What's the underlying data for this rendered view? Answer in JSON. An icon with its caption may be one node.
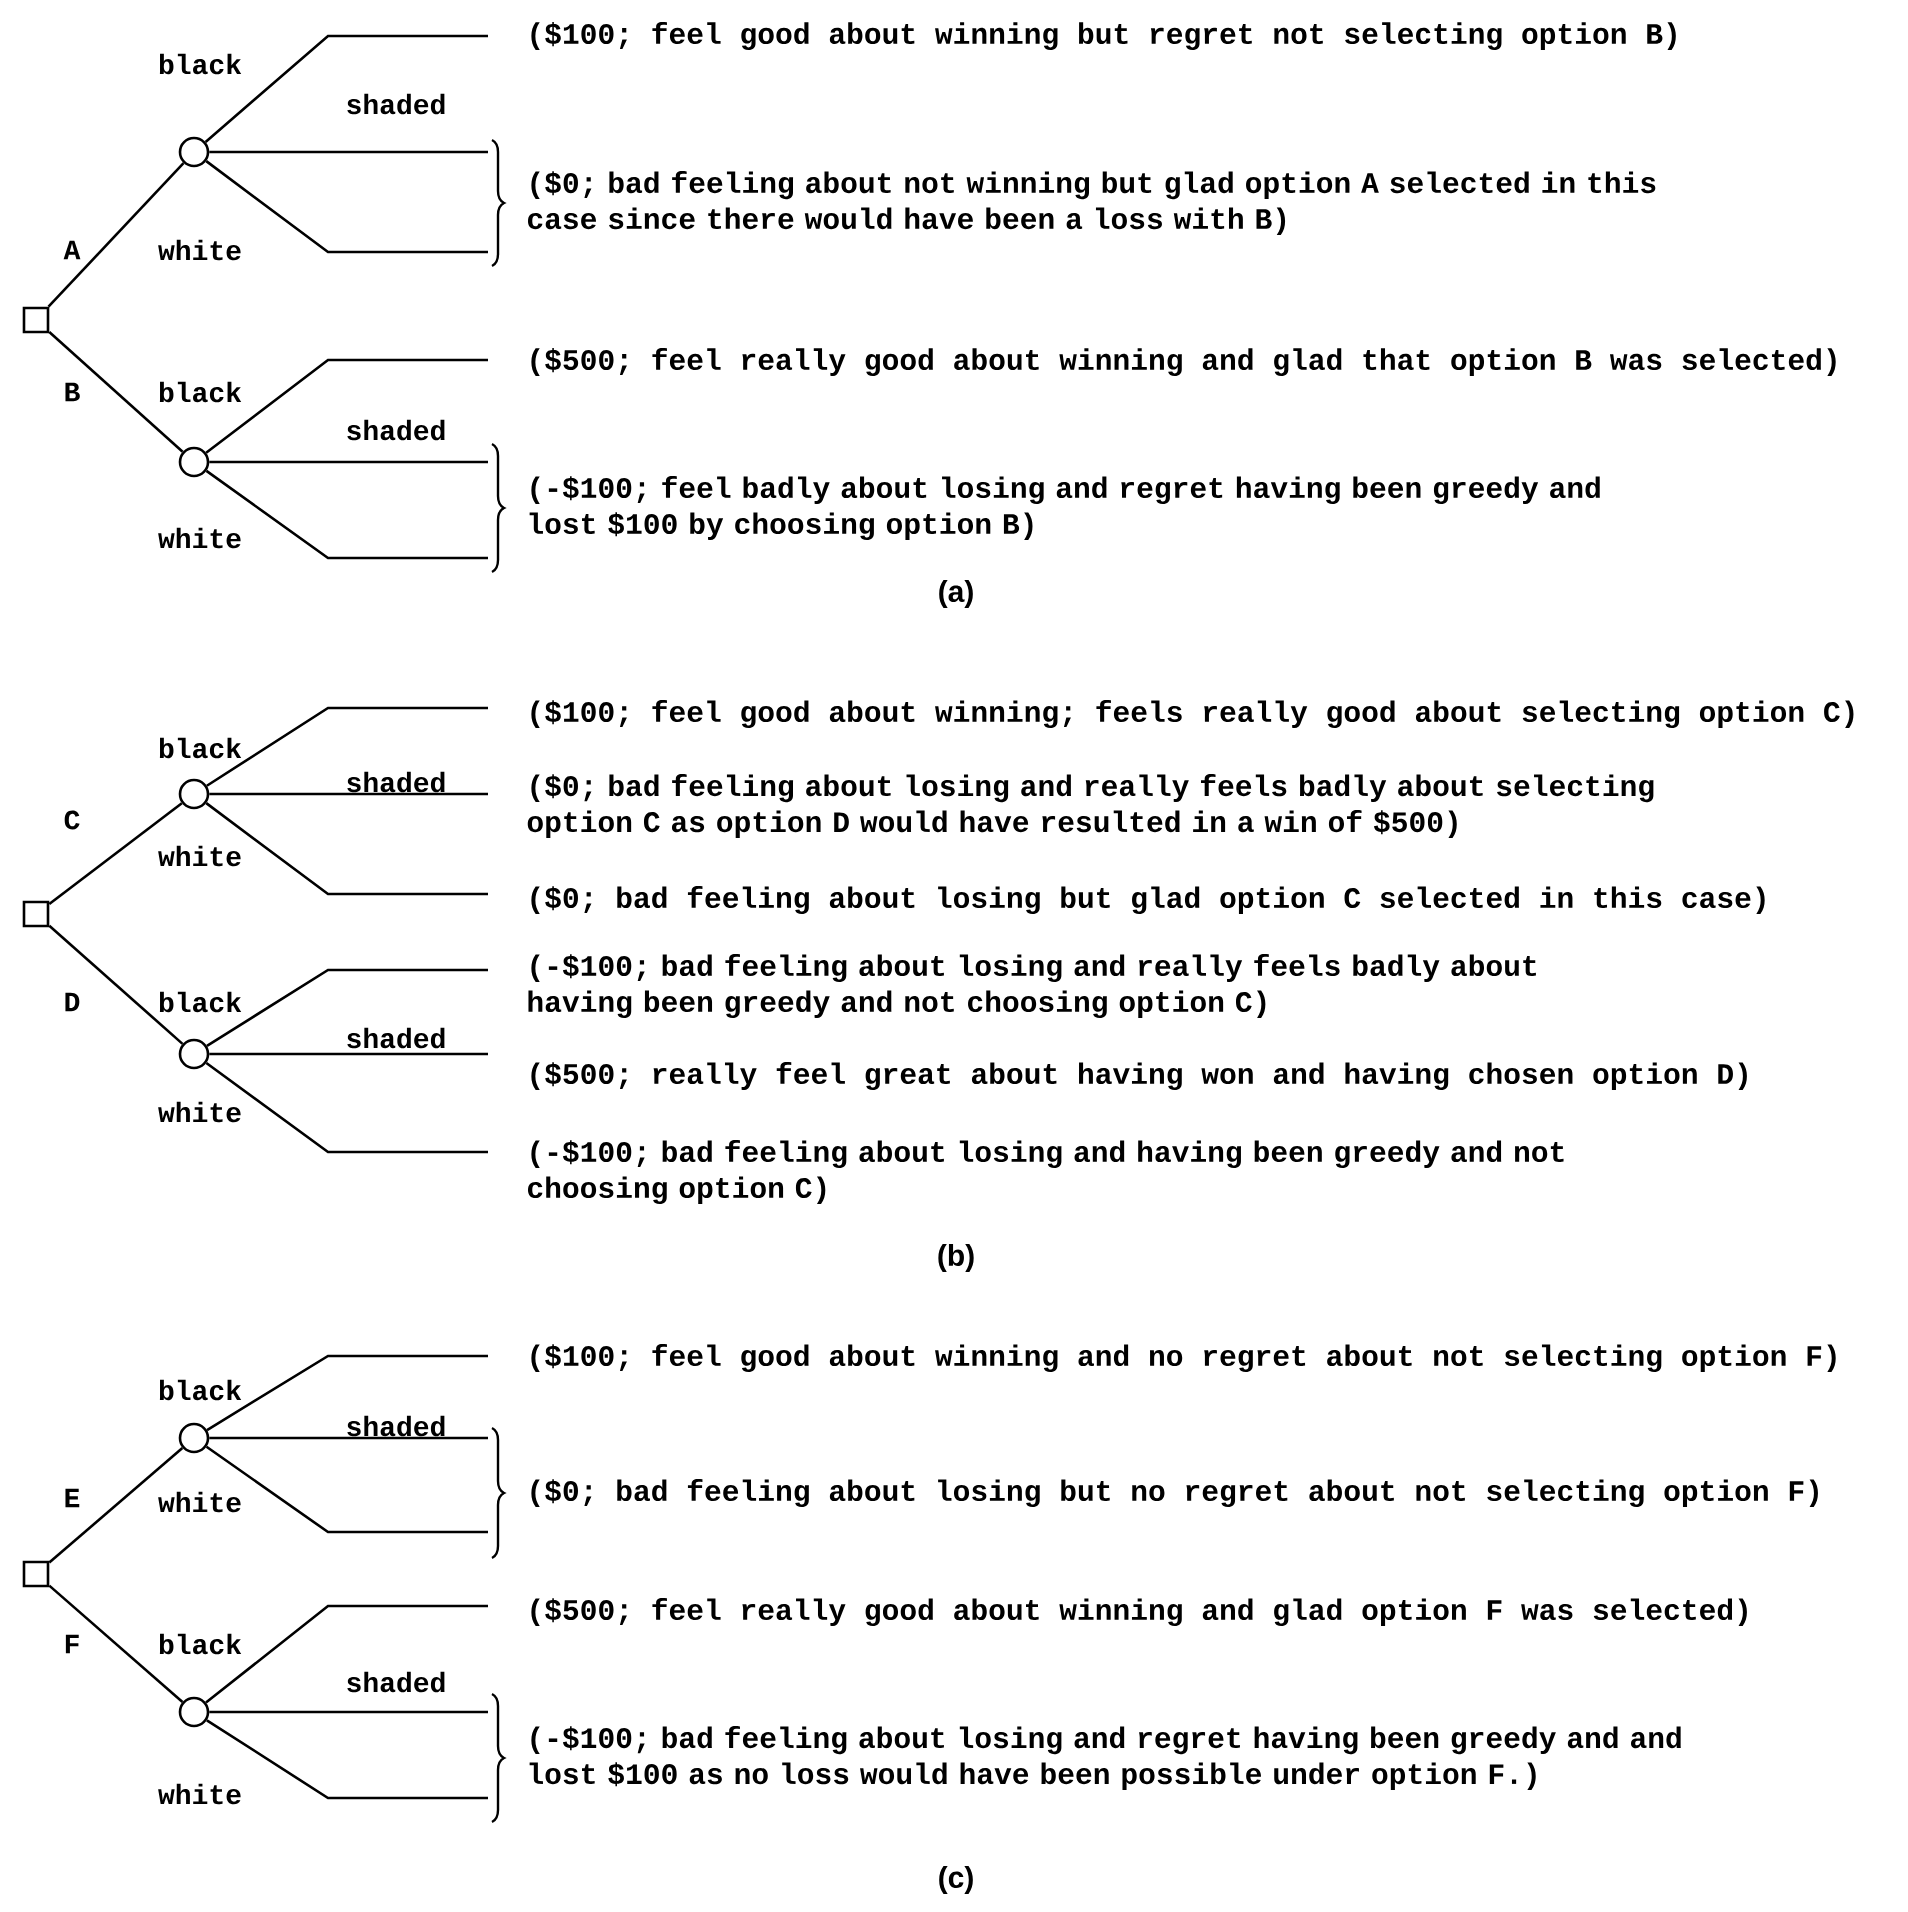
{
  "diagram": {
    "nodes": [
      {
        "text": [],
        "shape": "box"
      },
      {
        "text": [],
        "shape": "circle"
      },
      {
        "text": [],
        "shape": "circle"
      },
      {
        "text": [
          "($100; feel good about winning but regret not selecting option B)"
        ]
      },
      {
        "text": [
          "($0; bad feeling about not winning but glad option A selected in this case since there would have been a loss with B)"
        ]
      },
      {
        "text": [
          "($500; feel really good about winning and glad that option B was selected)"
        ]
      },
      {
        "text": [
          "(-$100; feel badly about losing and regret having been greedy and lost $100 by choosing option B)"
        ]
      },
      {
        "text": [],
        "shape": "box"
      },
      {
        "text": [],
        "shape": "circle"
      },
      {
        "text": [],
        "shape": "circle"
      },
      {
        "text": [
          "($100; feel good about winning; feels really good about selecting option C)"
        ]
      },
      {
        "text": [
          "($0; bad feeling about losing and really feels badly about selecting option C as option D would have resulted in a win of $500)"
        ]
      },
      {
        "text": [
          "($0; bad feeling about losing but glad option C selected in this case)"
        ]
      },
      {
        "text": [
          "(-$100; bad feeling about losing and really feels badly about having been greedy and not choosing option C)"
        ]
      },
      {
        "text": [
          "($500; really feel great about having won and having chosen option D)"
        ]
      },
      {
        "text": [
          "(-$100; bad feeling about losing and having been greedy and not choosing option C)"
        ]
      },
      {
        "text": [],
        "shape": "box"
      },
      {
        "text": [],
        "shape": "circle"
      },
      {
        "text": [],
        "shape": "circle"
      },
      {
        "text": [
          "($100; feel good about winning and no regret about not selecting option F)"
        ]
      },
      {
        "text": [
          "($0; bad feeling about losing but no regret about not selecting option F)"
        ]
      },
      {
        "text": [
          "($500; feel really good about winning and glad option F was selected)"
        ]
      },
      {
        "text": [
          "(-$100; bad feeling about losing and regret having been greedy and and lost $100 as no loss would have been possible under option F.)"
        ]
      }
    ],
    "edges": [
      {
        "from": 0,
        "to": 1,
        "arrow": "none",
        "label": "A"
      },
      {
        "from": 0,
        "to": 2,
        "arrow": "none",
        "label": "B"
      },
      {
        "from": 1,
        "to": 3,
        "arrow": "none",
        "label": "black"
      },
      {
        "from": 1,
        "to": 4,
        "arrow": "none",
        "label": "shaded"
      },
      {
        "from": 1,
        "to": 4,
        "arrow": "none",
        "label": "white"
      },
      {
        "from": 2,
        "to": 5,
        "arrow": "none",
        "label": "black"
      },
      {
        "from": 2,
        "to": 6,
        "arrow": "none",
        "label": "shaded"
      },
      {
        "from": 2,
        "to": 6,
        "arrow": "none",
        "label": "white"
      },
      {
        "from": 7,
        "to": 8,
        "arrow": "none",
        "label": "C"
      },
      {
        "from": 7,
        "to": 9,
        "arrow": "none",
        "label": "D"
      },
      {
        "from": 8,
        "to": 10,
        "arrow": "none",
        "label": "black"
      },
      {
        "from": 8,
        "to": 11,
        "arrow": "none",
        "label": "shaded"
      },
      {
        "from": 8,
        "to": 12,
        "arrow": "none",
        "label": "white"
      },
      {
        "from": 9,
        "to": 13,
        "arrow": "none",
        "label": "black"
      },
      {
        "from": 9,
        "to": 14,
        "arrow": "none",
        "label": "shaded"
      },
      {
        "from": 9,
        "to": 15,
        "arrow": "none",
        "label": "white"
      },
      {
        "from": 16,
        "to": 17,
        "arrow": "none",
        "label": "E"
      },
      {
        "from": 16,
        "to": 18,
        "arrow": "none",
        "label": "F"
      },
      {
        "from": 17,
        "to": 19,
        "arrow": "none",
        "label": "black"
      },
      {
        "from": 17,
        "to": 20,
        "arrow": "none",
        "label": "shaded"
      },
      {
        "from": 17,
        "to": 20,
        "arrow": "none",
        "label": "white"
      },
      {
        "from": 18,
        "to": 21,
        "arrow": "none",
        "label": "black"
      },
      {
        "from": 18,
        "to": 22,
        "arrow": "none",
        "label": "shaded"
      },
      {
        "from": 18,
        "to": 22,
        "arrow": "none",
        "label": "white"
      }
    ],
    "labels": [
      "(a)",
      "(b)",
      "(c)"
    ]
  }
}
